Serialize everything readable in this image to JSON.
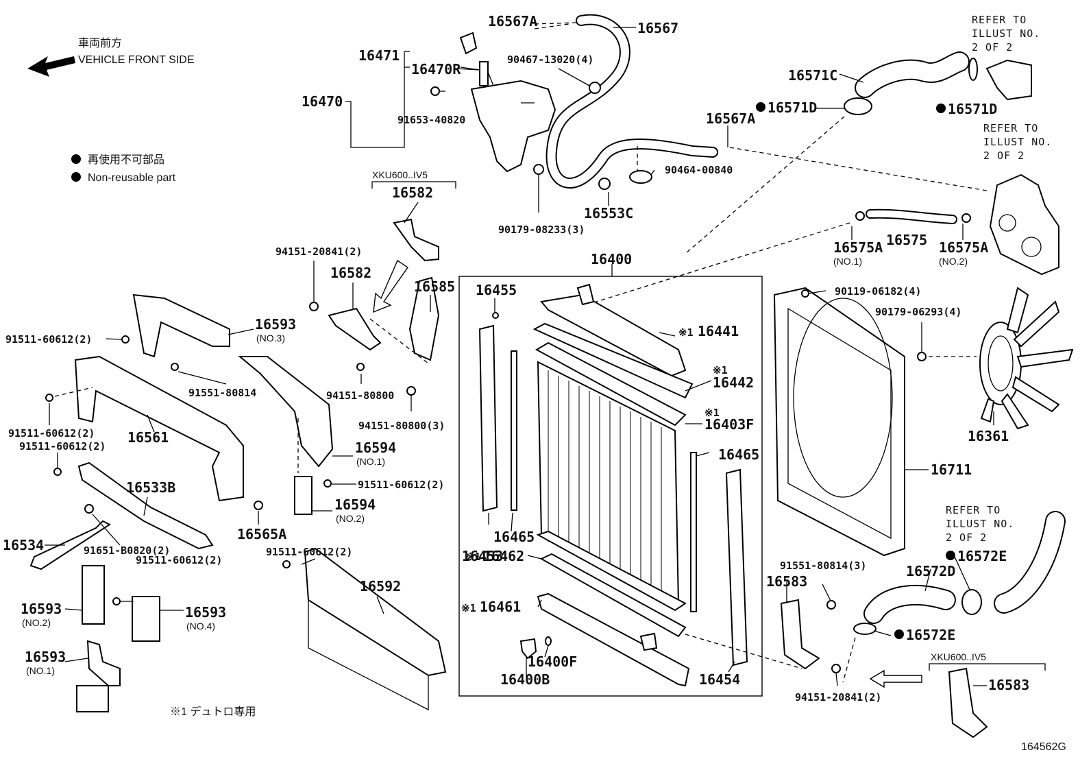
{
  "direction": {
    "ja": "車両前方",
    "en": "VEHICLE FRONT SIDE"
  },
  "legend": {
    "ja": "再使用不可部品",
    "en": "Non-reusable part"
  },
  "footnote": "※1 デュトロ専用",
  "diagram_code": "164562G",
  "model_note": "XKU600..IV5",
  "refer": [
    "REFER TO",
    "ILLUST NO.",
    "2 OF 2"
  ],
  "parts": {
    "p16567A_top": "16567A",
    "p16567": "16567",
    "p16471": "16471",
    "p16470R": "16470R",
    "p90467": "90467-13020(4)",
    "p16470": "16470",
    "p91653": "91653-40820",
    "p16571C": "16571C",
    "p16571D_left": "16571D",
    "p16571D_right": "16571D",
    "p16567A_mid": "16567A",
    "p90464": "90464-00840",
    "p16553C": "16553C",
    "p90179_08233": "90179-08233(3)",
    "p16582_top": "16582",
    "p94151_20841_top": "94151-20841(2)",
    "p16582_mid": "16582",
    "p16585": "16585",
    "p94151_80800": "94151-80800",
    "p94151_80800_3": "94151-80800(3)",
    "p16575A_1": "16575A",
    "p16575A_1_sub": "(NO.1)",
    "p16575": "16575",
    "p16575A_2": "16575A",
    "p16575A_2_sub": "(NO.2)",
    "p16400": "16400",
    "p16455": "16455",
    "p16441": "16441",
    "p16442": "16442",
    "p16403F": "16403F",
    "p16465_r": "16465",
    "p16465_l": "16465",
    "p16453": "16453",
    "p16462": "16462",
    "p16461": "16461",
    "p16400F": "16400F",
    "p16400B": "16400B",
    "p16454": "16454",
    "mark1": "※1",
    "p90119": "90119-06182(4)",
    "p90179_06293": "90179-06293(4)",
    "p16361": "16361",
    "p16711": "16711",
    "p16572E_top": "16572E",
    "p16572D": "16572D",
    "p16572E_bot": "16572E",
    "p91551_80814_3": "91551-80814(3)",
    "p16583_l": "16583",
    "p94151_20841_bot": "94151-20841(2)",
    "p16583_r": "16583",
    "p91511_a": "91511-60612(2)",
    "p16593_3": "16593",
    "p16593_3_sub": "(NO.3)",
    "p91551_80814": "91551-80814",
    "p91511_b": "91511-60612(2)",
    "p91511_c": "91511-60612(2)",
    "p16561": "16561",
    "p16594_1": "16594",
    "p16594_1_sub": "(NO.1)",
    "p91511_d": "91511-60612(2)",
    "p16594_2": "16594",
    "p16594_2_sub": "(NO.2)",
    "p16533B": "16533B",
    "p16565A": "16565A",
    "p16534": "16534",
    "p91651": "91651-B0820(2)",
    "p91511_e": "91511-60612(2)",
    "p91511_f": "91511-60612(2)",
    "p16592": "16592",
    "p16593_2": "16593",
    "p16593_2_sub": "(NO.2)",
    "p16593_4": "16593",
    "p16593_4_sub": "(NO.4)",
    "p16593_1": "16593",
    "p16593_1_sub": "(NO.1)"
  }
}
